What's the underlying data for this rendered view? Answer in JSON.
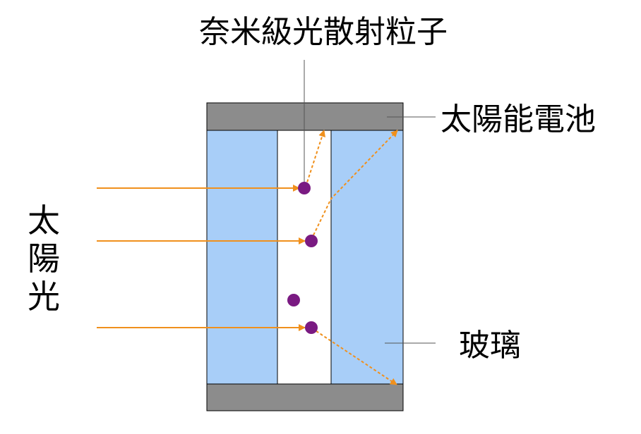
{
  "labels": {
    "particles": "奈米級光散射粒子",
    "solar_cell": "太陽能電池",
    "glass": "玻璃",
    "sunlight": [
      "太",
      "陽",
      "光"
    ]
  },
  "colors": {
    "glass": "#a8cef8",
    "cell": "#8c8c8c",
    "light": "#f0901c",
    "particle": "#7a1a82"
  }
}
